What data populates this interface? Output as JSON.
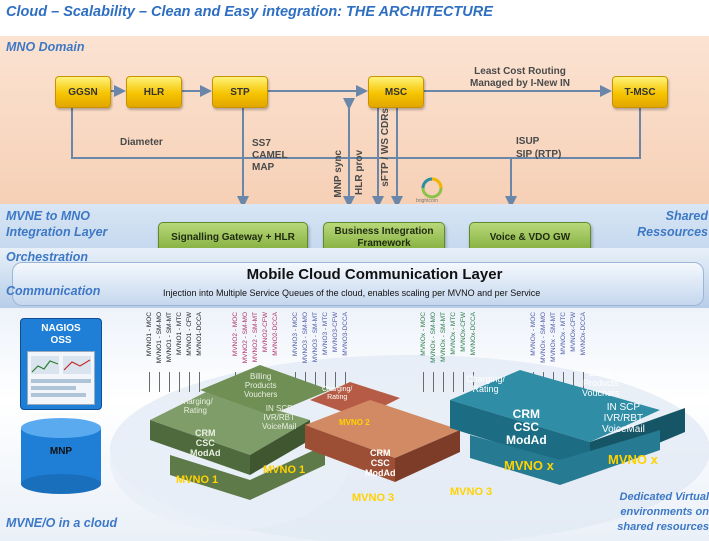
{
  "title": "Cloud – Scalability – Clean and Easy integration: THE ARCHITECTURE",
  "mno_domain": {
    "label": "MNO Domain",
    "nodes": {
      "ggsn": "GGSN",
      "hlr": "HLR",
      "stp": "STP",
      "msc": "MSC",
      "tmsc": "T-MSC"
    },
    "lcr_line1": "Least Cost Routing",
    "lcr_line2": "Managed by I-New IN",
    "diameter": "Diameter",
    "ss7": "SS7",
    "camel": "CAMEL",
    "map": "MAP",
    "isup": "ISUP",
    "sip": "SIP (RTP)",
    "mnp_sync": "MNP sync",
    "hlr_prov": "HLR prov",
    "sftp": "sFTP / WS CDRs",
    "logo_caption": "brightcom"
  },
  "integration": {
    "label_line1": "MVNE to MNO",
    "label_line2": "Integration Layer",
    "shared_line1": "Shared",
    "shared_line2": "Ressources",
    "boxes": {
      "signalling": "Signalling Gateway + HLR",
      "bif_line1": "Business Integration",
      "bif_line2": "Framework",
      "voice": "Voice & VDO GW"
    }
  },
  "orchestration": {
    "label": "Orchestration"
  },
  "communication": {
    "label": "Communication",
    "title": "Mobile Cloud Communication Layer",
    "subtitle": "Injection into Multiple Service Queues of the cloud, enables scaling per MVNO and per Service"
  },
  "queues": {
    "mvno1": [
      "MVNO1 - MOC",
      "MVNO1 - SM-MO",
      "MVNO1 - SM-MT",
      "MVNO1 - MTC",
      "MVNO1 - CFW",
      "MVNO1-DCCA"
    ],
    "mvno2": [
      "MVNO2 - MOC",
      "MVNO2 - SM-MO",
      "MVNO2 - SM-MT",
      "MVNO2-CFW",
      "MVNO2-DCCA"
    ],
    "mvno3": [
      "MVNO3 - MOC",
      "MVNO3 - SM-MO",
      "MVNO3 - SM-MT",
      "MVNO3 - MTC",
      "MVNO3-CFW",
      "MVNO3-DCCA"
    ],
    "mvnox_a": [
      "MVNOx - MOC",
      "MVNOx - SM-MO",
      "MVNOx - SM-MT",
      "MVNOx - MTC",
      "MVNOx-CFW",
      "MVNOx-DCCA"
    ],
    "mvnox_b": [
      "MVNOx - MOC",
      "MVNOx - SM-MO",
      "MVNOx - SM-MT",
      "MVNOx - MTC",
      "MVNOx-CFW",
      "MVNOx-DCCA"
    ]
  },
  "left_panel": {
    "nagios": "NAGIOS",
    "oss": "OSS",
    "mnp": "MNP",
    "footer": "MVNE/O in a cloud"
  },
  "clusters": {
    "tile_charging_l1": "Charging/",
    "tile_charging_l2": "Rating",
    "tile_billing_l1": "Billing",
    "tile_billing_l2": "Products",
    "tile_billing_l3": "Vouchers",
    "tile_crm_l1": "CRM",
    "tile_crm_l2": "CSC",
    "tile_crm_l3": "ModAd",
    "tile_in_l1": "IN SCP",
    "tile_in_l2": "IVR/RBT",
    "tile_in_l3": "VoiceMail",
    "mvno1": "MVNO 1",
    "mvno2": "MVNO 2",
    "mvno3": "MVNO 3",
    "mvnox": "MVNO x"
  },
  "dedicated": {
    "line1": "Dedicated Virtual",
    "line2": "environments on",
    "line3": "shared resources"
  },
  "colors": {
    "accent_blue": "#2e6fc2",
    "node_yellow": "#f6c400",
    "green_box": "#7fac3a",
    "mvno1_green": "#6f8f55",
    "mvno3_orange": "#c8744a",
    "mvnox_teal": "#2f8da6"
  }
}
